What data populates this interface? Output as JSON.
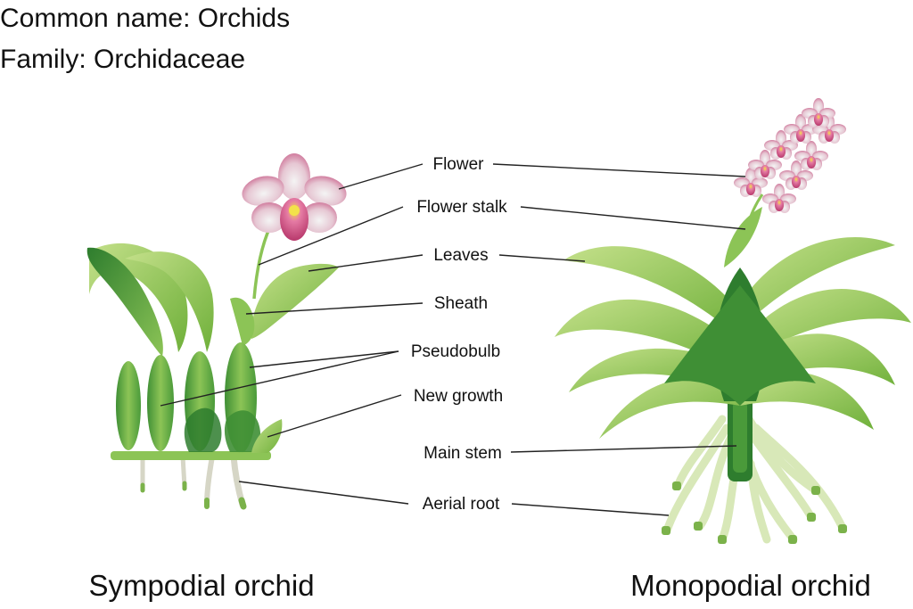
{
  "header": {
    "common_name": "Common name: Orchids",
    "family": "Family: Orchidaceae"
  },
  "labels": {
    "flower": "Flower",
    "flower_stalk": "Flower stalk",
    "leaves": "Leaves",
    "sheath": "Sheath",
    "pseudobulb": "Pseudobulb",
    "new_growth": "New growth",
    "main_stem": "Main stem",
    "aerial_root": "Aerial root"
  },
  "captions": {
    "sympodial": "Sympodial orchid",
    "monopodial": "Monopodial orchid"
  },
  "colors": {
    "leaf_light": "#a8d26a",
    "leaf_mid": "#6fb03a",
    "leaf_dark": "#2e7d2e",
    "petal_pink": "#c75a86",
    "petal_light": "#f1f1f1",
    "root": "#d8e8b8",
    "root_tip": "#7bb24a",
    "line": "#222222"
  }
}
